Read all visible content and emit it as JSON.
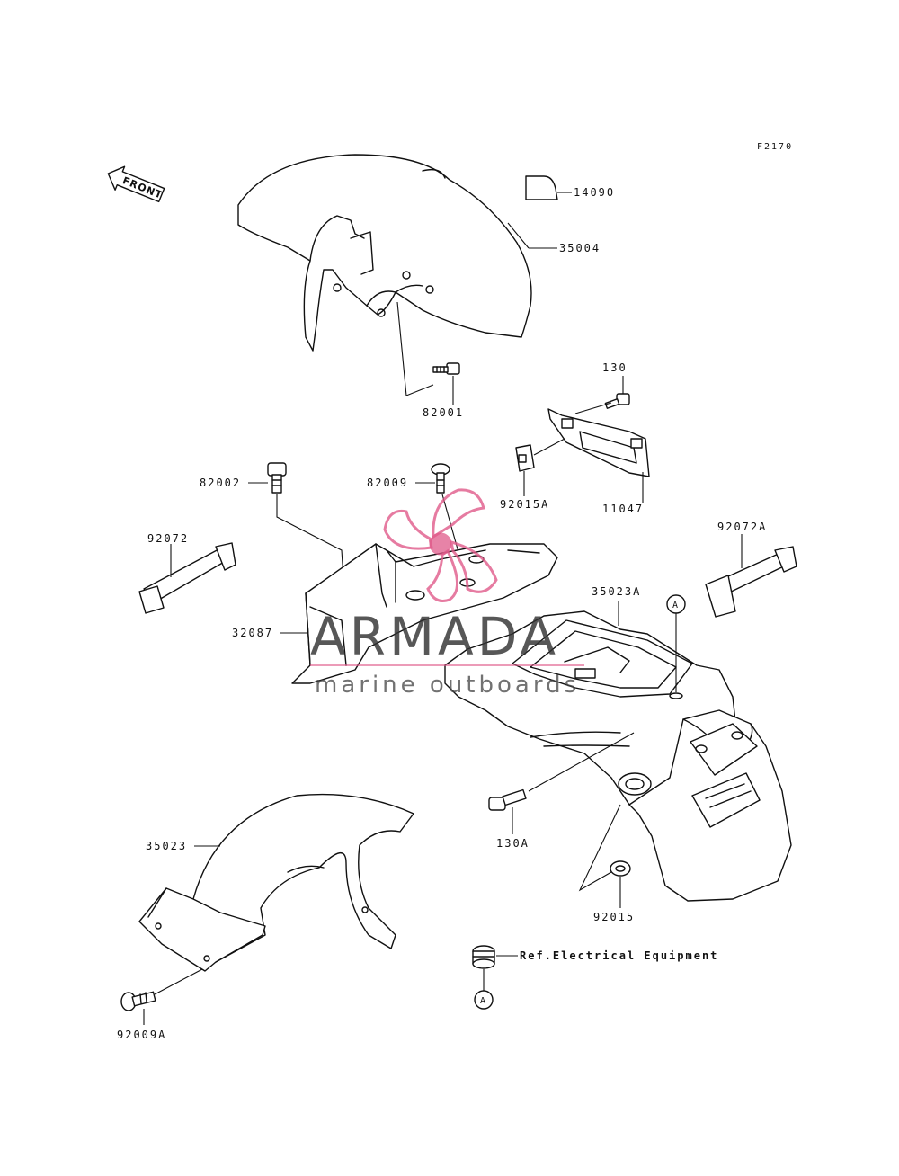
{
  "figure_code": "F2170",
  "direction_label": "FRONT",
  "parts": {
    "p14090": "14090",
    "p35004": "35004",
    "p82001": "82001",
    "p130": "130",
    "p82002": "82002",
    "p82009": "82009",
    "p92015A": "92015A",
    "p11047": "11047",
    "p92072": "92072",
    "p92072A": "92072A",
    "p35023A": "35023A",
    "p32087": "32087",
    "p130A": "130A",
    "p35023": "35023",
    "p92015": "92015",
    "p92009A": "92009A"
  },
  "callout_marker": "A",
  "reference_note": "Ref.Electrical Equipment",
  "watermark": {
    "brand": "ARMADA",
    "tagline": "marine outboards",
    "accent_color": "#e05a8a"
  }
}
